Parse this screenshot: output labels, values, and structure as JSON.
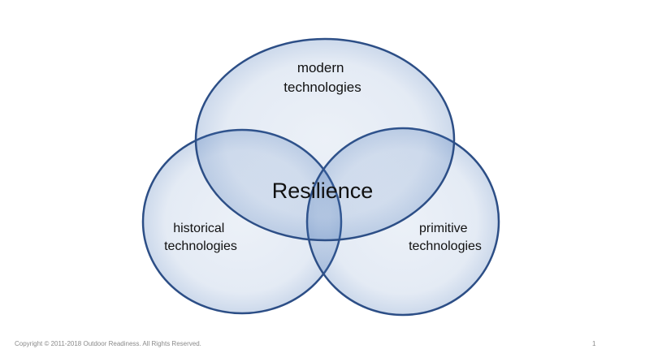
{
  "diagram": {
    "top_label": [
      "modern",
      "technologies"
    ],
    "left_label": [
      "historical",
      "technologies"
    ],
    "right_label": [
      "primitive",
      "technologies"
    ],
    "center_label": "Resilience"
  },
  "footer": {
    "copyright": "Copyright © 2011-2018 Outdoor Readiness. All Rights Reserved.",
    "page_number": "1"
  },
  "colors": {
    "circle_fill": "#3f6fb4",
    "circle_stroke": "#2c4e86",
    "text": "#111111",
    "footer_text": "#8a8a8a"
  }
}
